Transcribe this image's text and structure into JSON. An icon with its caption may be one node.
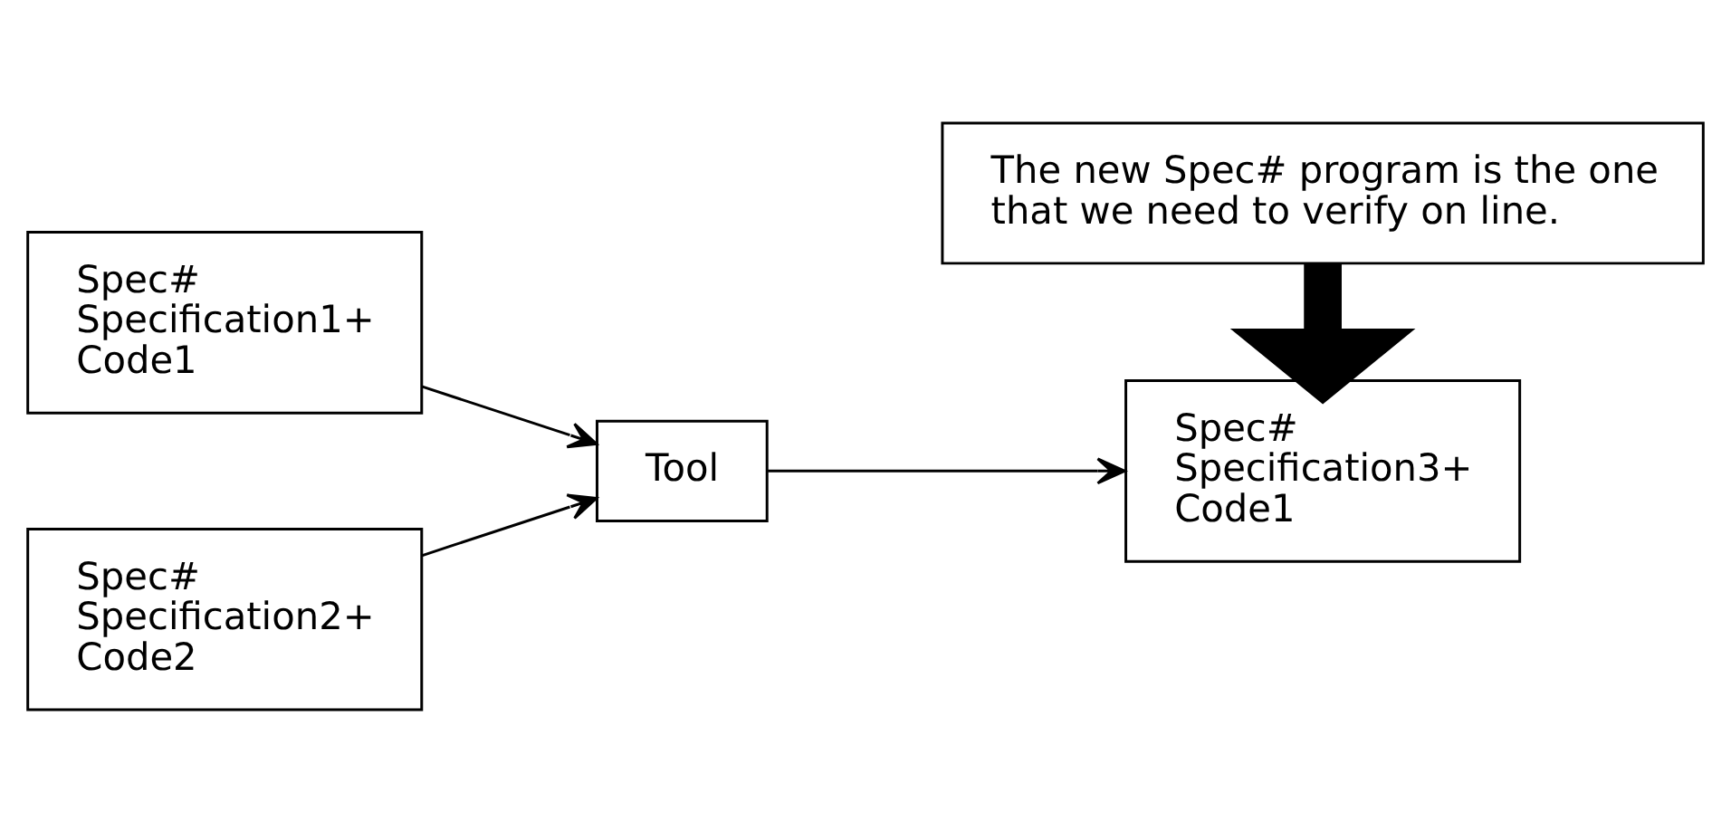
{
  "diagram": {
    "nodes": [
      {
        "text": [
          "Spec# Specification1+ Code1"
        ]
      },
      {
        "text": [
          "Spec# Specification2+ Code2"
        ]
      },
      {
        "text": [
          "Tool"
        ]
      },
      {
        "text": [
          "Spec# Specification3+ Code1"
        ]
      },
      {
        "text": [
          "The new Spec# program is the one that we need to verify on line."
        ]
      }
    ],
    "edges": [
      {
        "from": 0,
        "to": 2,
        "arrow": "to"
      },
      {
        "from": 1,
        "to": 2,
        "arrow": "to"
      },
      {
        "from": 2,
        "to": 3,
        "arrow": "to"
      },
      {
        "from": 4,
        "to": 3,
        "arrow": "to",
        "style": "thick"
      }
    ]
  }
}
